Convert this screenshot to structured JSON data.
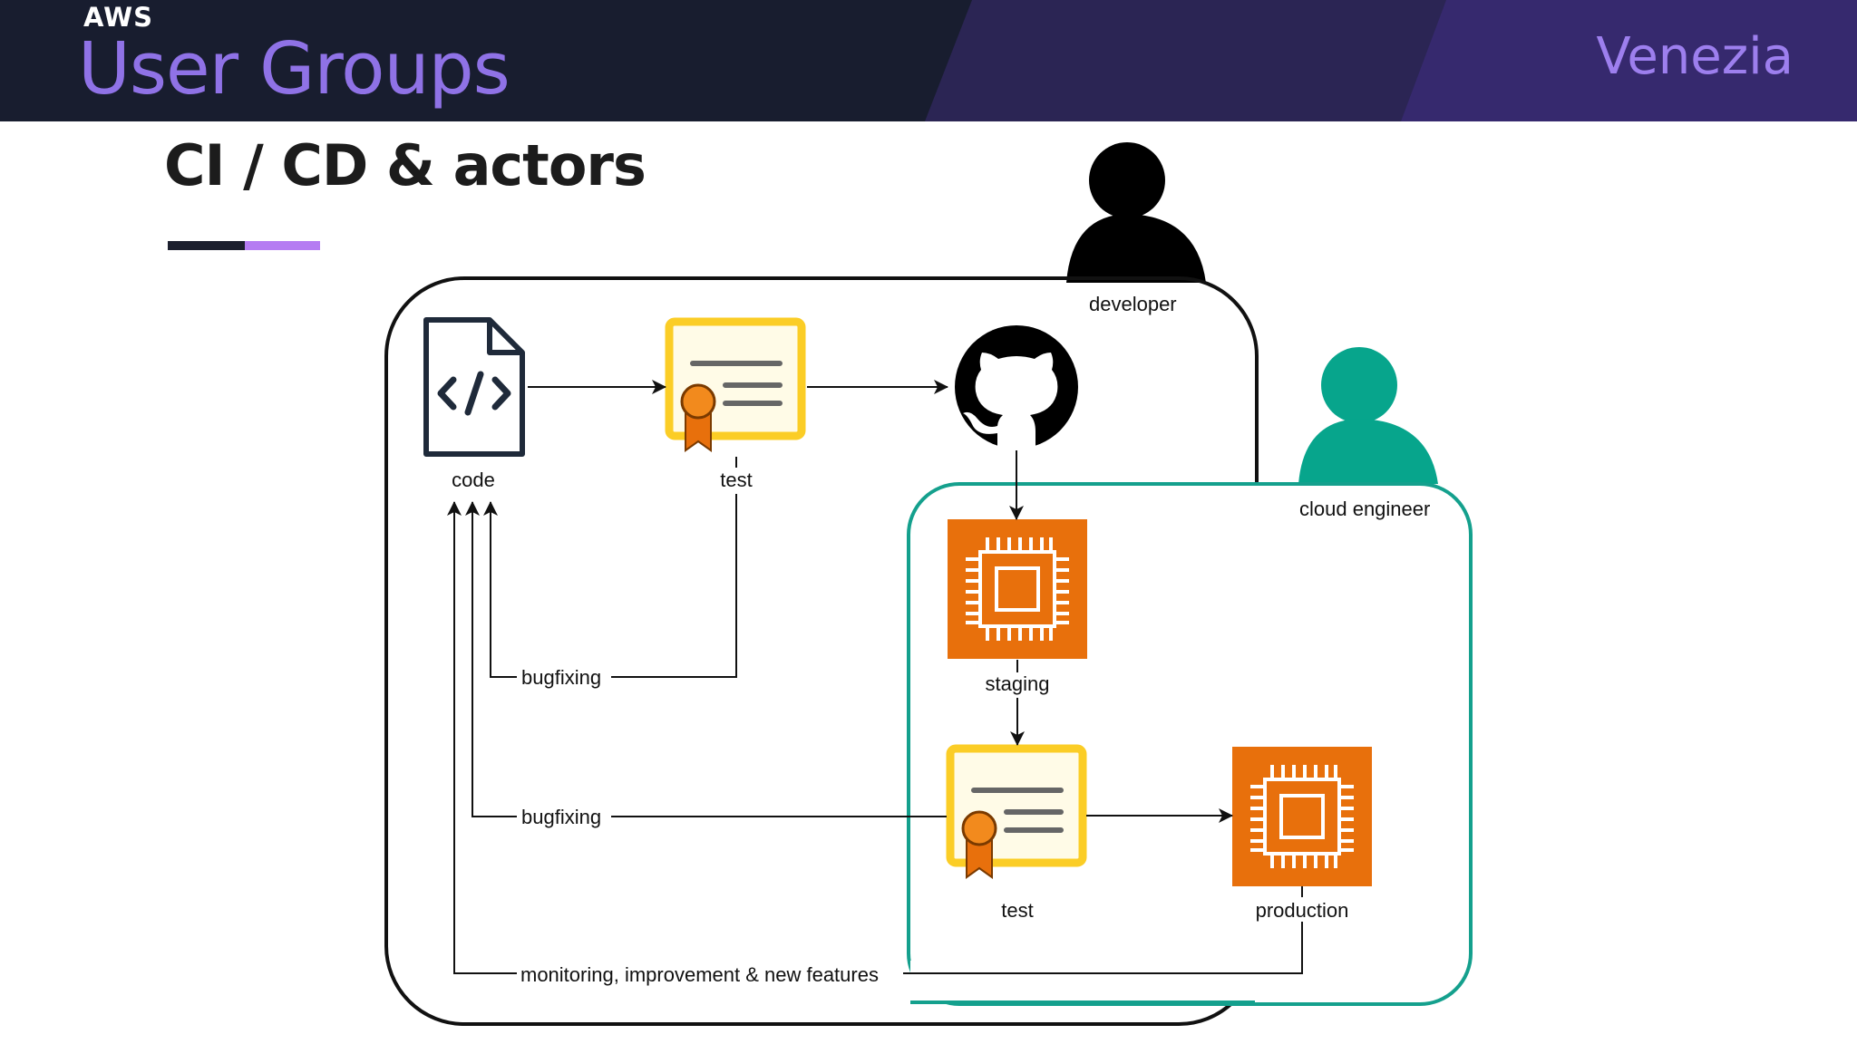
{
  "header": {
    "aws": "AWS",
    "title": "User Groups",
    "city": "Venezia",
    "colors": {
      "background": "#181d2f",
      "band": "#2b2554",
      "band_light": "#36296e",
      "text_accent": "#8f72e6"
    }
  },
  "slide": {
    "title": "CI / CD & actors",
    "accent_colors": [
      "#1c1f2e",
      "#b57cf2"
    ]
  },
  "diagram": {
    "actors": {
      "developer": {
        "label": "developer",
        "color": "#000000"
      },
      "cloud_engineer": {
        "label": "cloud engineer",
        "color": "#07a58c"
      }
    },
    "nodes": {
      "code": {
        "label": "code",
        "icon": "code-file-icon"
      },
      "test_1": {
        "label": "test",
        "icon": "certificate-icon"
      },
      "repo": {
        "label": "",
        "icon": "github-icon"
      },
      "staging": {
        "label": "staging",
        "icon": "compute-chip-icon"
      },
      "test_2": {
        "label": "test",
        "icon": "certificate-icon"
      },
      "production": {
        "label": "production",
        "icon": "compute-chip-icon"
      }
    },
    "feedback": {
      "bugfix_1": "bugfixing",
      "bugfix_2": "bugfixing",
      "monitoring": "monitoring, improvement & new features"
    },
    "colors": {
      "chip": "#e8700c",
      "certificate_border": "#fbcd26",
      "ribbon": "#e8700c",
      "cloud_box": "#14a08d"
    }
  }
}
